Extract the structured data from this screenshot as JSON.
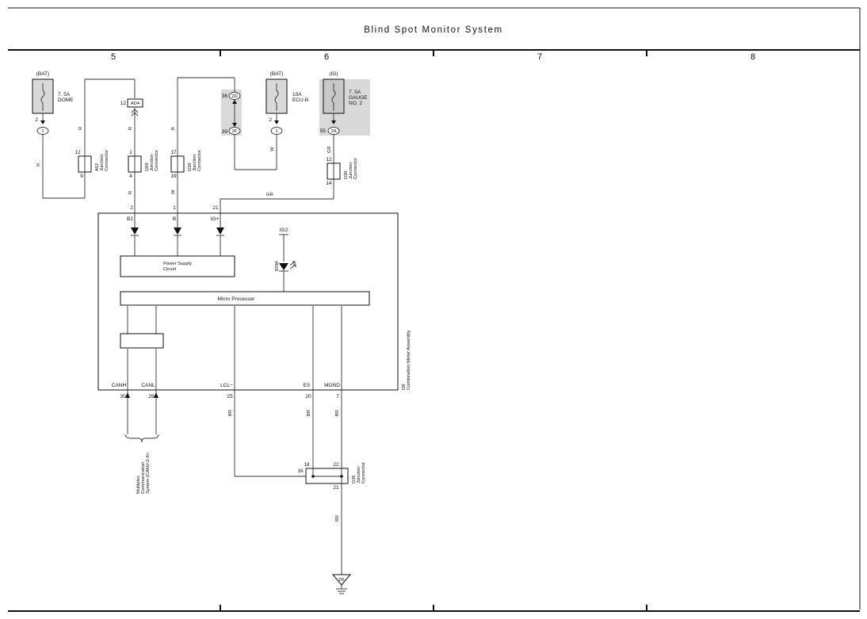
{
  "title": "Blind Spot Monitor System",
  "columns": [
    "5",
    "6",
    "7",
    "8"
  ],
  "fuses": [
    {
      "source": "(BAT)",
      "rating": "7. 5A",
      "name": "DOME"
    },
    {
      "source": "(BAT)",
      "rating": "10A",
      "name": "ECU-B"
    },
    {
      "source": "(IG)",
      "rating": "7. 5A",
      "name": "GAUGE",
      "name2": "NO. 2"
    }
  ],
  "fuse_pins": {
    "dome_out": "2",
    "ecub_out": "2",
    "dome_conn": "1",
    "ecub_conn": "1",
    "gauge_pin": "55",
    "gauge_conn": "2A"
  },
  "ad4": {
    "pin": "12",
    "name": "AD4"
  },
  "shaded_connectors": {
    "top_pin": "36",
    "top_name": "2D",
    "bottom_pin": "39",
    "bottom_name": "2F"
  },
  "junction_connectors": [
    {
      "id": "A52",
      "label": "Junction",
      "label2": "Connector",
      "top_pin": "12",
      "bottom_pin": "9"
    },
    {
      "id": "D89",
      "label": "Junction",
      "label2": "Connector",
      "top_pin": "1",
      "bottom_pin": "4"
    },
    {
      "id": "D38",
      "label": "Junction",
      "label2": "Connector",
      "top_pin": "17",
      "bottom_pin": "19"
    },
    {
      "id": "D30",
      "label": "Junction",
      "label2": "Connector",
      "top_pin": "12",
      "bottom_pin": "14"
    }
  ],
  "wire_colors": {
    "r": "R",
    "b": "B",
    "w": "W",
    "gr": "GR",
    "br": "BR"
  },
  "meter": {
    "name": "D8",
    "name2": "Combination Meter Assembly",
    "input_pins": [
      {
        "number": "2",
        "name": "B2"
      },
      {
        "number": "1",
        "name": "B"
      },
      {
        "number": "21",
        "name": "IG+"
      }
    ],
    "ig2": "IG2",
    "bsm": "BSM",
    "power_supply": "Power Supply",
    "power_supply2": "Circuit",
    "micro": "Micro Processor",
    "bottom_pins": [
      {
        "name": "CANH",
        "number": "30"
      },
      {
        "name": "CANL",
        "number": "29"
      },
      {
        "name": "LCL−",
        "number": "25"
      },
      {
        "name": "ES",
        "number": "20"
      },
      {
        "name": "MGND",
        "number": "7"
      }
    ]
  },
  "multiplex": {
    "line1": "Multiplex",
    "line2": "Communication",
    "line3": "System (CAN)<2-6>"
  },
  "d36": {
    "name": "D36",
    "label": "Junction",
    "label2": "Connector",
    "pin16": "16",
    "pin18": "18",
    "pin22": "22",
    "pin21": "21"
  },
  "ground": {
    "name": "D6"
  }
}
